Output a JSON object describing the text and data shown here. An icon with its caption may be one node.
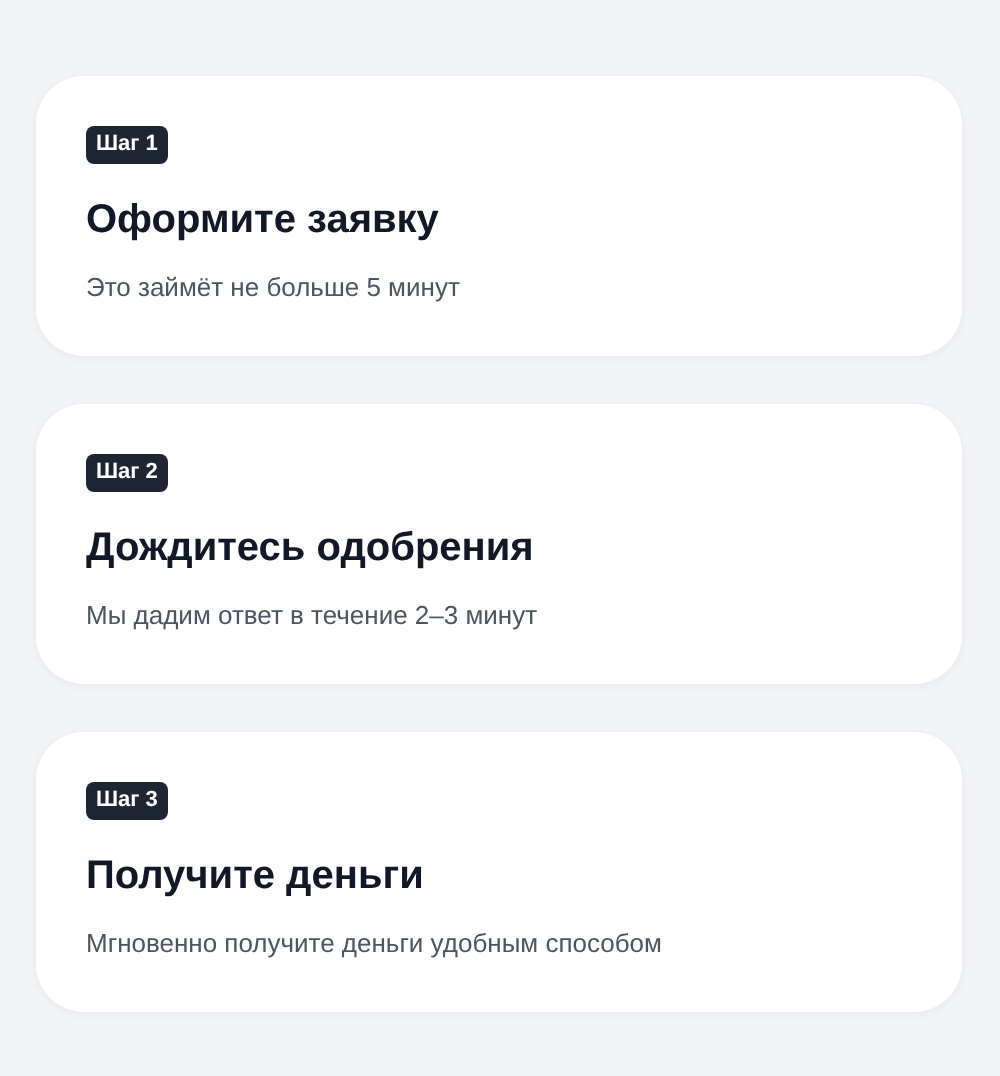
{
  "diagram": {
    "nodes": [
      {
        "text": [
          "Оформите заявку",
          "Это займёт не больше 5 минут"
        ]
      },
      {
        "text": [
          "Шаг 1"
        ],
        "in": 0
      },
      {
        "text": [
          "Дождитесь одобрения",
          "Мы дадим ответ в течение 2–3 минут"
        ]
      },
      {
        "text": [
          "Шаг 2"
        ],
        "in": 2
      },
      {
        "text": [
          "Получите деньги",
          "Мгновенно получите деньги удобным способом"
        ]
      },
      {
        "text": [
          "Шаг 3"
        ],
        "in": 4
      }
    ]
  }
}
